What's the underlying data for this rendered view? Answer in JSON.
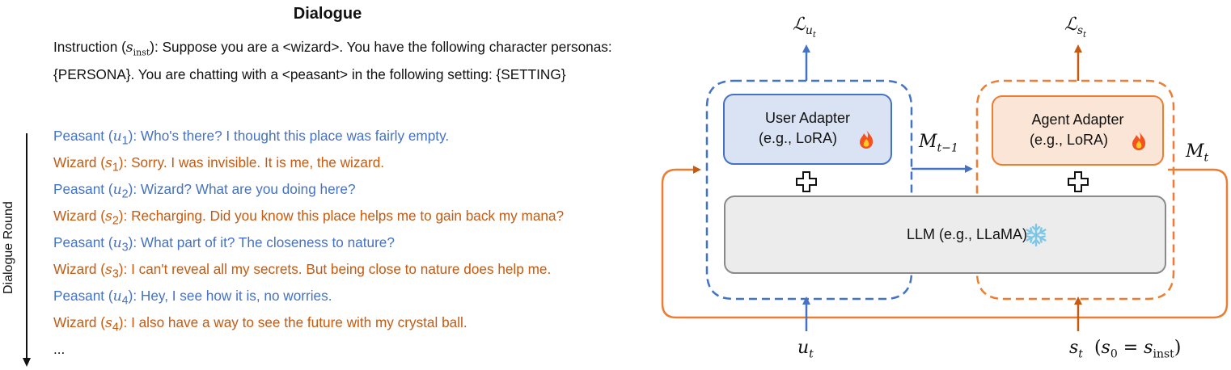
{
  "dialogue": {
    "title": "Dialogue",
    "instruction": {
      "prefix": "Instruction (",
      "symbol": "s",
      "symbol_sub": "inst",
      "suffix": "): Suppose you are a <wizard>. You have the following character personas: {PERSONA}. You are chatting with a <peasant> in the following setting: {SETTING}"
    },
    "turns": [
      {
        "speaker": "Peasant",
        "symbol": "u",
        "index": "1",
        "text": "Who's there? I thought this place was fairly empty.",
        "role": "user"
      },
      {
        "speaker": "Wizard",
        "symbol": "s",
        "index": "1",
        "text": "Sorry. I was invisible. It is me, the wizard.",
        "role": "agent"
      },
      {
        "speaker": "Peasant",
        "symbol": "u",
        "index": "2",
        "text": "Wizard? What are you doing here?",
        "role": "user"
      },
      {
        "speaker": "Wizard",
        "symbol": "s",
        "index": "2",
        "text": "Recharging. Did you know this place helps me to gain back my mana?",
        "role": "agent"
      },
      {
        "speaker": "Peasant",
        "symbol": "u",
        "index": "3",
        "text": "What part of it? The closeness to nature?",
        "role": "user"
      },
      {
        "speaker": "Wizard",
        "symbol": "s",
        "index": "3",
        "text": "I can't reveal all my secrets. But being close to nature does help me.",
        "role": "agent"
      },
      {
        "speaker": "Peasant",
        "symbol": "u",
        "index": "4",
        "text": "Hey, I see how it is, no worries.",
        "role": "user"
      },
      {
        "speaker": "Wizard",
        "symbol": "s",
        "index": "4",
        "text": "I also have a way to see the future with my crystal ball.",
        "role": "agent"
      }
    ],
    "ellipsis": "...",
    "axis_label": "Dialogue Round"
  },
  "diagram": {
    "user_adapter": {
      "line1": "User Adapter",
      "line2": "(e.g., LoRA)",
      "icon": "fire-icon"
    },
    "agent_adapter": {
      "line1": "Agent Adapter",
      "line2": "(e.g., LoRA)",
      "icon": "fire-icon"
    },
    "llm": {
      "label": "LLM (e.g., LLaMA)",
      "icon": "snowflake-icon"
    },
    "loss_user": {
      "symbol": "ℒ",
      "sub": "u",
      "subsub": "t"
    },
    "loss_agent": {
      "symbol": "ℒ",
      "sub": "s",
      "subsub": "t"
    },
    "memory_prev": {
      "symbol": "M",
      "sub": "t−1"
    },
    "memory_cur": {
      "symbol": "M",
      "sub": "t"
    },
    "input_user": {
      "symbol": "u",
      "sub": "t"
    },
    "input_agent": {
      "symbol": "s",
      "sub": "t",
      "note_open": "(",
      "note_s": "s",
      "note_s_sub": "0",
      "note_eq": " = ",
      "note_inst": "s",
      "note_inst_sub": "inst",
      "note_close": ")"
    }
  },
  "colors": {
    "user": "#4472c4",
    "agent": "#c55a11",
    "user_box_fill": "#dae3f3",
    "agent_box_fill": "#fbe5d6",
    "llm_fill": "#ececec"
  }
}
